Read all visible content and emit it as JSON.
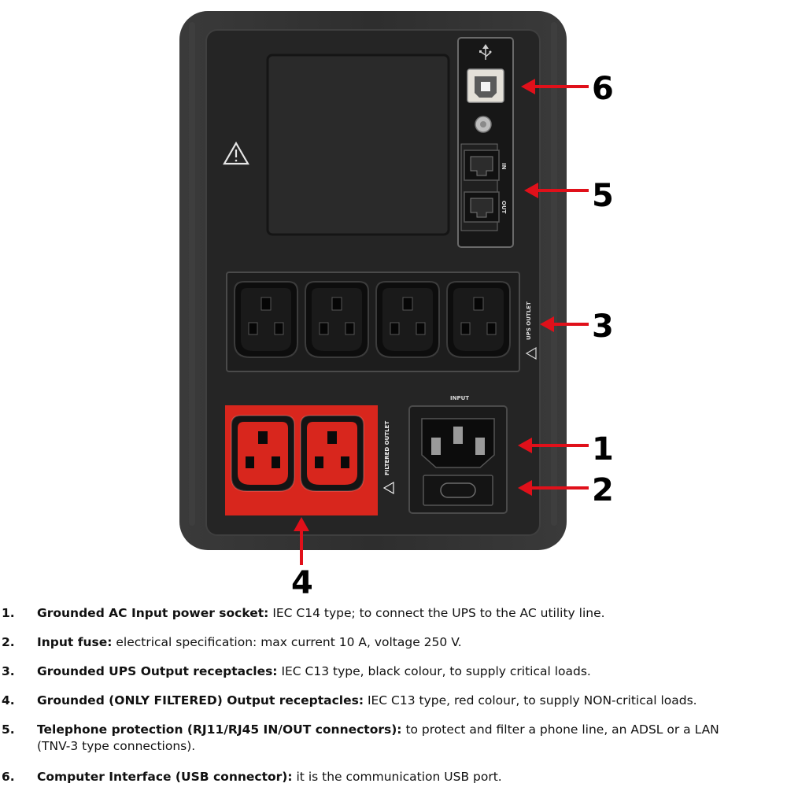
{
  "colors": {
    "ups_body": "#2b2b2b",
    "panel": "#1c1c1c",
    "filtered_outlet": "#d8261d",
    "arrow": "#e0101a"
  },
  "device_labels": {
    "input": "INPUT",
    "ups_outlet": "UPS OUTLET",
    "filtered_outlet": "FILTERED OUTLET",
    "port_in": "IN",
    "port_out": "OUT",
    "usb_symbol": "usb-icon",
    "warning_symbol": "warning-icon"
  },
  "callouts": [
    "1",
    "2",
    "3",
    "4",
    "5",
    "6"
  ],
  "legend": [
    {
      "num": "1.",
      "title": "Grounded AC Input power socket:",
      "desc": " IEC C14 type; to connect the UPS to the AC utility line."
    },
    {
      "num": "2.",
      "title": "Input fuse:",
      "desc": " electrical specification: max current 10 A, voltage 250 V."
    },
    {
      "num": "3.",
      "title": "Grounded UPS Output receptacles:",
      "desc": " IEC C13 type, black colour, to supply critical loads."
    },
    {
      "num": "4.",
      "title": "Grounded (ONLY FILTERED) Output receptacles:",
      "desc": " IEC C13 type, red colour, to supply NON-critical loads."
    },
    {
      "num": "5.",
      "title": "Telephone protection (RJ11/RJ45 IN/OUT connectors):",
      "desc": " to protect and filter a phone line, an ADSL or a LAN",
      "cont": "(TNV-3 type connections)."
    },
    {
      "num": "6.",
      "title": "Computer Interface (USB connector):",
      "desc": " it is the communication USB port."
    }
  ]
}
